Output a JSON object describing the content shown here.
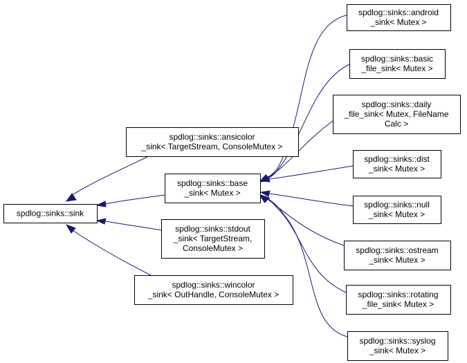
{
  "diagram": {
    "type": "class-inheritance-graph",
    "edge_color": "#191970",
    "nodes": [
      {
        "id": "sink",
        "lines": [
          "spdlog::sinks::sink"
        ]
      },
      {
        "id": "ansicolor",
        "lines": [
          "spdlog::sinks::ansicolor",
          "_sink< TargetStream, ConsoleMutex >"
        ]
      },
      {
        "id": "base",
        "lines": [
          "spdlog::sinks::base",
          "_sink< Mutex >"
        ]
      },
      {
        "id": "stdout",
        "lines": [
          "spdlog::sinks::stdout",
          "_sink< TargetStream,",
          "ConsoleMutex >"
        ]
      },
      {
        "id": "wincolor",
        "lines": [
          "spdlog::sinks::wincolor",
          "_sink< OutHandle, ConsoleMutex >"
        ]
      },
      {
        "id": "android",
        "lines": [
          "spdlog::sinks::android",
          "_sink< Mutex >"
        ]
      },
      {
        "id": "basic_file",
        "lines": [
          "spdlog::sinks::basic",
          "_file_sink< Mutex >"
        ]
      },
      {
        "id": "daily_file",
        "lines": [
          "spdlog::sinks::daily",
          "_file_sink< Mutex, FileName",
          "Calc >"
        ]
      },
      {
        "id": "dist",
        "lines": [
          "spdlog::sinks::dist",
          "_sink< Mutex >"
        ]
      },
      {
        "id": "null",
        "lines": [
          "spdlog::sinks::null",
          "_sink< Mutex >"
        ]
      },
      {
        "id": "ostream",
        "lines": [
          "spdlog::sinks::ostream",
          "_sink< Mutex >"
        ]
      },
      {
        "id": "rotating_file",
        "lines": [
          "spdlog::sinks::rotating",
          "_file_sink< Mutex >"
        ]
      },
      {
        "id": "syslog",
        "lines": [
          "spdlog::sinks::syslog",
          "_sink< Mutex >"
        ]
      }
    ],
    "edges": [
      {
        "from": "ansicolor",
        "to": "sink"
      },
      {
        "from": "base",
        "to": "sink"
      },
      {
        "from": "stdout",
        "to": "sink"
      },
      {
        "from": "wincolor",
        "to": "sink"
      },
      {
        "from": "android",
        "to": "base"
      },
      {
        "from": "basic_file",
        "to": "base"
      },
      {
        "from": "daily_file",
        "to": "base"
      },
      {
        "from": "dist",
        "to": "base"
      },
      {
        "from": "null",
        "to": "base"
      },
      {
        "from": "ostream",
        "to": "base"
      },
      {
        "from": "rotating_file",
        "to": "base"
      },
      {
        "from": "syslog",
        "to": "base"
      }
    ]
  }
}
